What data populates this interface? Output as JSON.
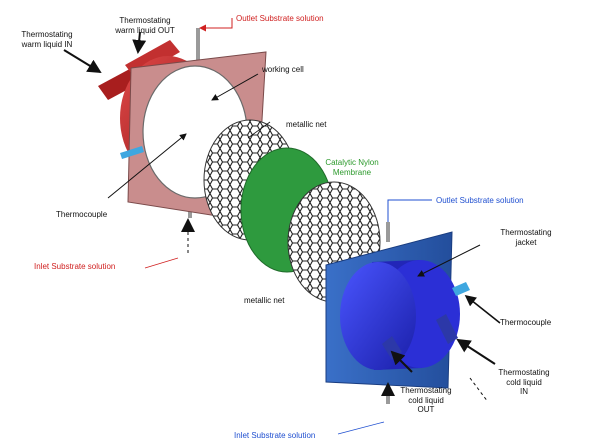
{
  "labels": {
    "warm_in": "Thermostating\nwarm liquid IN",
    "warm_out": "Thermostating\nwarm liquid OUT",
    "outlet_top": "Outlet Substrate solution",
    "working_cell": "working cell",
    "metallic_net_top": "metallic net",
    "membrane": "Catalytic Nylon\nMembrane",
    "thermocouple_left": "Thermocouple",
    "outlet_right": "Outlet Substrate solution",
    "jacket": "Thermostating\njacket",
    "inlet_left": "Inlet Substrate solution",
    "metallic_net_bottom": "metallic net",
    "thermocouple_right": "Thermocouple",
    "cold_in": "Thermostating\ncold liquid\nIN",
    "cold_out": "Thermostating\ncold liquid\nOUT",
    "inlet_bottom": "Inlet Substrate solution"
  },
  "colors": {
    "warm_plate": "#c98d8d",
    "warm_body": "#c22a2a",
    "membrane": "#2e9a3e",
    "cold_plate": "#2f62b8",
    "cold_body": "#2b2fd6",
    "thermocouple_probe": "#3fa7e0",
    "label_red": "#d02020",
    "label_blue": "#1f4fd0",
    "label_green": "#2c9a2c"
  }
}
